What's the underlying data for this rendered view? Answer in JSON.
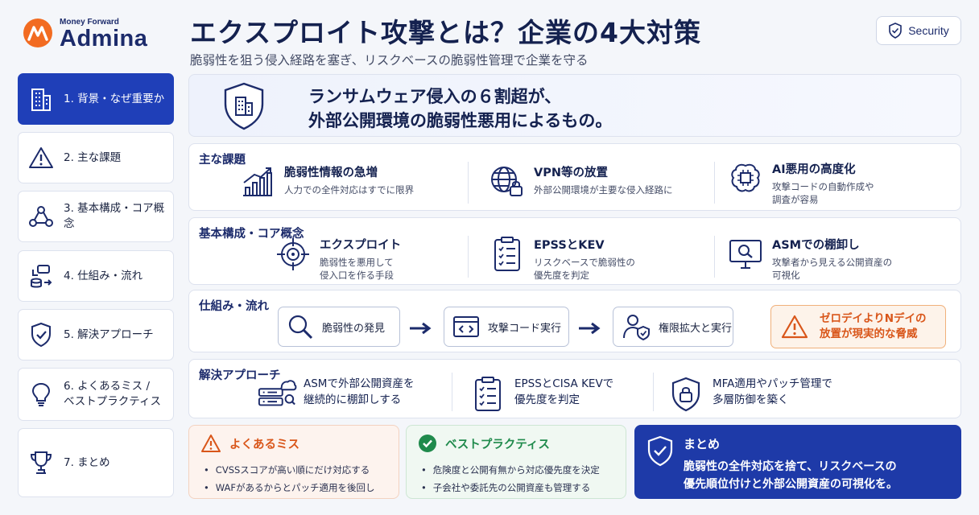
{
  "logo": {
    "small": "Money Forward",
    "big": "Admina"
  },
  "header": {
    "title": "エクスプロイト攻撃とは？企業の4大対策",
    "subtitle": "脆弱性を狙う侵入経路を塞ぎ、リスクベースの脆弱性管理で企業を守る",
    "badge": "Security"
  },
  "sidebar": {
    "items": [
      {
        "label": "1. 背景・なぜ重要か",
        "icon": "building-icon",
        "active": true
      },
      {
        "label": "2. 主な課題",
        "icon": "warning-icon",
        "active": false
      },
      {
        "label": "3. 基本構成・コア概念",
        "icon": "network-icon",
        "active": false
      },
      {
        "label": "4. 仕組み・流れ",
        "icon": "flow-icon",
        "active": false
      },
      {
        "label": "5. 解決アプローチ",
        "icon": "shield-check-icon",
        "active": false
      },
      {
        "label": "6. よくあるミス /\nベストプラクティス",
        "icon": "lightbulb-icon",
        "active": false
      },
      {
        "label": "7. まとめ",
        "icon": "trophy-icon",
        "active": false
      }
    ]
  },
  "hero": {
    "line1": "ランサムウェア侵入の６割超が、",
    "line2": "外部公開環境の脆弱性悪用によるもの。"
  },
  "issues": {
    "title": "主な課題",
    "items": [
      {
        "heading": "脆弱性情報の急増",
        "desc": "人力での全件対応はすでに限界",
        "icon": "chart-up-icon"
      },
      {
        "heading": "VPN等の放置",
        "desc": "外部公開環境が主要な侵入経路に",
        "icon": "globe-lock-icon"
      },
      {
        "heading": "AI悪用の高度化",
        "desc": "攻撃コードの自動作成や\n調査が容易",
        "icon": "ai-brain-icon"
      }
    ]
  },
  "concepts": {
    "title": "基本構成・コア概念",
    "items": [
      {
        "heading": "エクスプロイト",
        "desc": "脆弱性を悪用して\n侵入口を作る手段",
        "icon": "target-icon"
      },
      {
        "heading": "EPSSとKEV",
        "desc": "リスクベースで脆弱性の\n優先度を判定",
        "icon": "checklist-icon"
      },
      {
        "heading": "ASMでの棚卸し",
        "desc": "攻撃者から見える公開資産の\n可視化",
        "icon": "monitor-search-icon"
      }
    ]
  },
  "flow": {
    "title": "仕組み・流れ",
    "steps": [
      {
        "label": "脆弱性の発見",
        "icon": "magnifier-icon"
      },
      {
        "label": "攻撃コード実行",
        "icon": "code-window-icon"
      },
      {
        "label": "権限拡大と実行",
        "icon": "user-shield-icon"
      }
    ],
    "warning": "ゼロデイよりNデイの\n放置が現実的な脅威"
  },
  "approach": {
    "title": "解決アプローチ",
    "items": [
      {
        "heading": "ASMで外部公開資産を\n継続的に棚卸しする",
        "icon": "server-cloud-icon"
      },
      {
        "heading": "EPSSとCISA KEVで\n優先度を判定",
        "icon": "checklist-icon"
      },
      {
        "heading": "MFA適用やパッチ管理で\n多層防御を築く",
        "icon": "shield-lock-icon"
      }
    ]
  },
  "mistakes": {
    "title": "よくあるミス",
    "items": [
      "CVSSスコアが高い順にだけ対応する",
      "WAFがあるからとパッチ適用を後回し"
    ]
  },
  "best": {
    "title": "ベストプラクティス",
    "items": [
      "危険度と公開有無から対応優先度を決定",
      "子会社や委託先の公開資産も管理する"
    ]
  },
  "summary": {
    "title": "まとめ",
    "text": "脆弱性の全件対応を捨て、リスクベースの\n優先順位付けと外部公開資産の可視化を。"
  },
  "colors": {
    "accent": "#1f3fb8",
    "navy": "#14214f",
    "warning": "#d9561a",
    "success": "#1f8a4c",
    "logo_orange": "#f26b21"
  }
}
